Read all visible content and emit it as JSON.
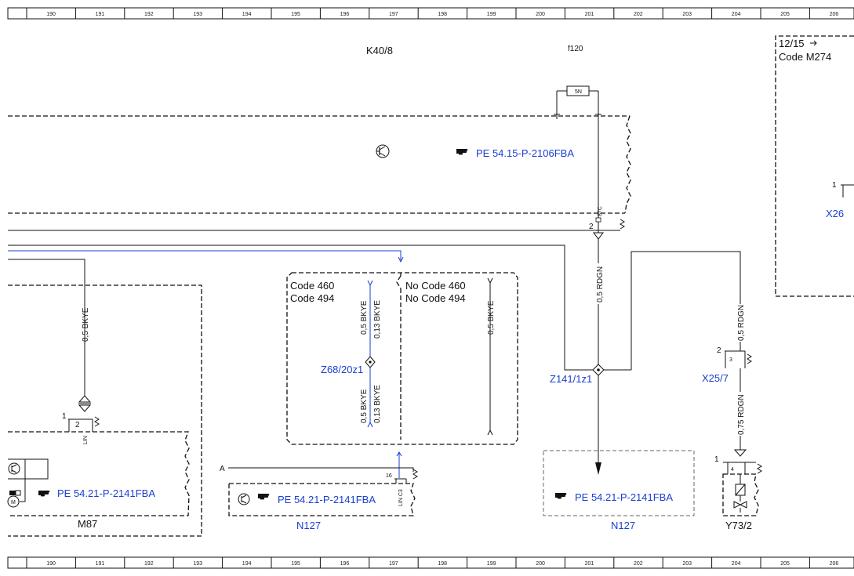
{
  "ruler": {
    "numbers": [
      "190",
      "191",
      "192",
      "193",
      "194",
      "195",
      "196",
      "197",
      "198",
      "199",
      "200",
      "201",
      "202",
      "203",
      "204",
      "205",
      "206"
    ]
  },
  "components": {
    "k40_8": "K40/8",
    "f120": "f120",
    "fuse_rating": "5N",
    "terminal_87c": "87C",
    "code_m274_ref": "12/15",
    "code_m274_label": "Code M274",
    "x26": "X26",
    "x26_pin": "1",
    "m87": "M87",
    "n127_left": "N127",
    "n127_right": "N127",
    "z68": "Z68/20z1",
    "z141": "Z141/1z1",
    "x25_7": "X25/7",
    "y73_2": "Y73/2",
    "point_a": "A"
  },
  "code_box": {
    "left_line1": "Code 460",
    "left_line2": "Code 494",
    "right_line1": "No Code 460",
    "right_line2": "No Code 494"
  },
  "wires": {
    "bkye_left": "0,5 BKYE",
    "bkye_z68_top_a": "0,5 BKYE",
    "bkye_z68_top_b": "0,13 BKYE",
    "bkye_z68_bot_a": "0,5 BKYE",
    "bkye_z68_bot_b": "0,13 BKYE",
    "bkye_right": "0,5 BKYE",
    "rdgn_center": "0,5 RDGN",
    "rdgn_right_top": "0,5 RDGN",
    "rdgn_right_bot": "0,75 RDGN"
  },
  "pins": {
    "m87_pin_outer": "1",
    "m87_pin_inner": "2",
    "m87_lin": "LIN",
    "k40_pin": "2",
    "n127_pin": "16",
    "n127_lin": "LIN C3",
    "x25_pin_outer": "2",
    "x25_pin_inner": "3",
    "y73_pin_outer": "1",
    "y73_pin_inner": "4"
  },
  "refs": {
    "pe_2106": "PE 54.15-P-2106FBA",
    "pe_2141_m87": "PE 54.21-P-2141FBA",
    "pe_2141_n127_left": "PE 54.21-P-2141FBA",
    "pe_2141_n127_right": "PE 54.21-P-2141FBA"
  },
  "icons": {
    "hand": "pointing-hand-icon",
    "transistor": "transistor-icon",
    "motor": "motor-icon",
    "valve": "solenoid-valve-icon"
  },
  "colors": {
    "link": "#1a3fd1",
    "line": "#111111"
  }
}
